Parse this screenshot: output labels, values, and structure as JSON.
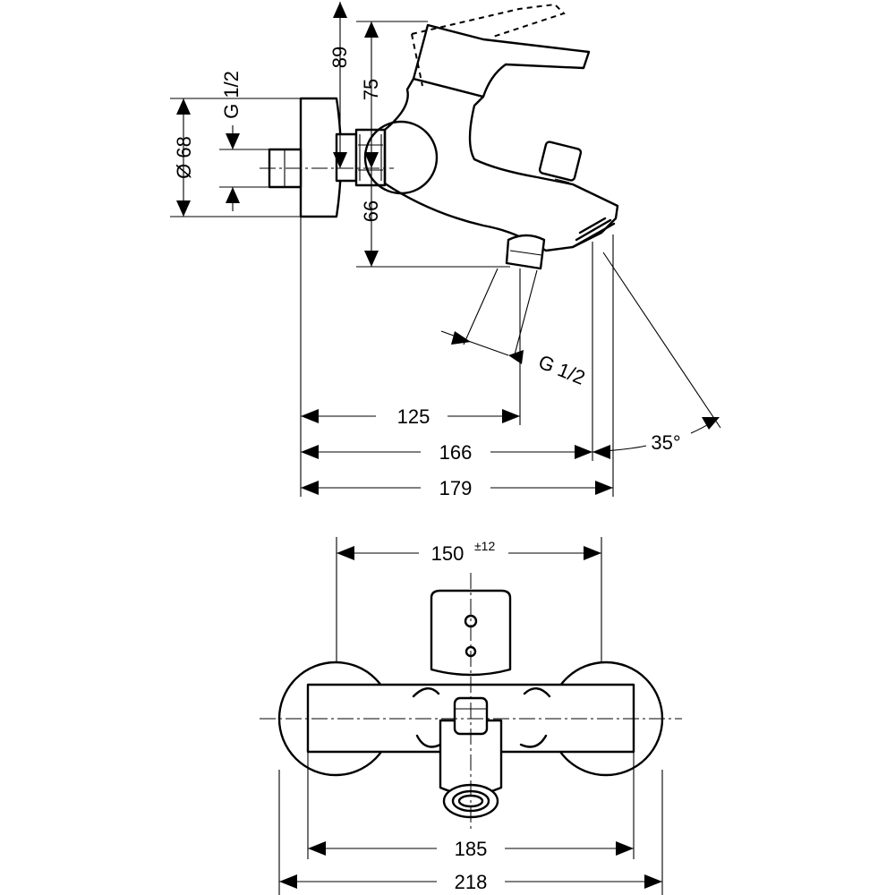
{
  "side_view": {
    "dim_89": "89",
    "dim_75": "75",
    "dim_66": "66",
    "dim_diameter": "Ø 68",
    "dim_thread_inlet": "G 1/2",
    "dim_thread_outlet": "G 1/2",
    "dim_125": "125",
    "dim_166": "166",
    "dim_179": "179",
    "dim_angle": "35°"
  },
  "front_view": {
    "dim_150": "150",
    "dim_150_tolerance": "±12",
    "dim_185": "185",
    "dim_218": "218"
  }
}
